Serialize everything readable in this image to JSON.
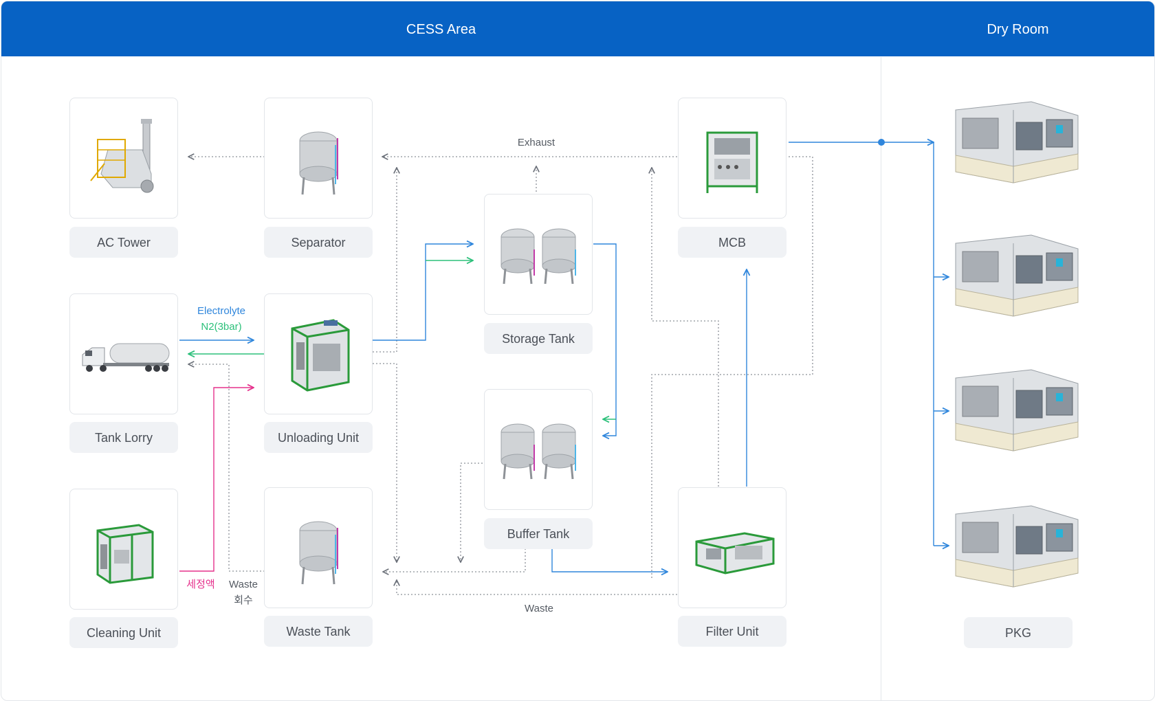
{
  "header": {
    "left_title": "CESS Area",
    "right_title": "Dry Room"
  },
  "equipment": {
    "ac_tower": "AC Tower",
    "separator": "Separator",
    "storage_tank": "Storage Tank",
    "mcb": "MCB",
    "tank_lorry": "Tank Lorry",
    "unloading_unit": "Unloading Unit",
    "buffer_tank": "Buffer Tank",
    "cleaning_unit": "Cleaning Unit",
    "waste_tank": "Waste Tank",
    "filter_unit": "Filter Unit",
    "pkg": "PKG"
  },
  "annotations": {
    "electrolyte": "Electrolyte",
    "n2": "N2(3bar)",
    "cleaning_liquid": "세정액",
    "waste_recovery_1": "Waste",
    "waste_recovery_2": "회수",
    "exhaust": "Exhaust",
    "waste": "Waste"
  },
  "colors": {
    "header": "#0762c4",
    "electrolyte_line": "#2f86dc",
    "n2_line": "#2cc07a",
    "cleaning_line": "#e5318c",
    "exhaust_line": "#8b9097"
  },
  "icons": [
    "ac-tower-icon",
    "separator-tank-icon",
    "storage-tank-icon",
    "mcb-icon",
    "tank-lorry-icon",
    "unloading-unit-icon",
    "buffer-tank-icon",
    "cleaning-unit-icon",
    "waste-tank-icon",
    "filter-unit-icon",
    "pkg-machine-icon"
  ]
}
